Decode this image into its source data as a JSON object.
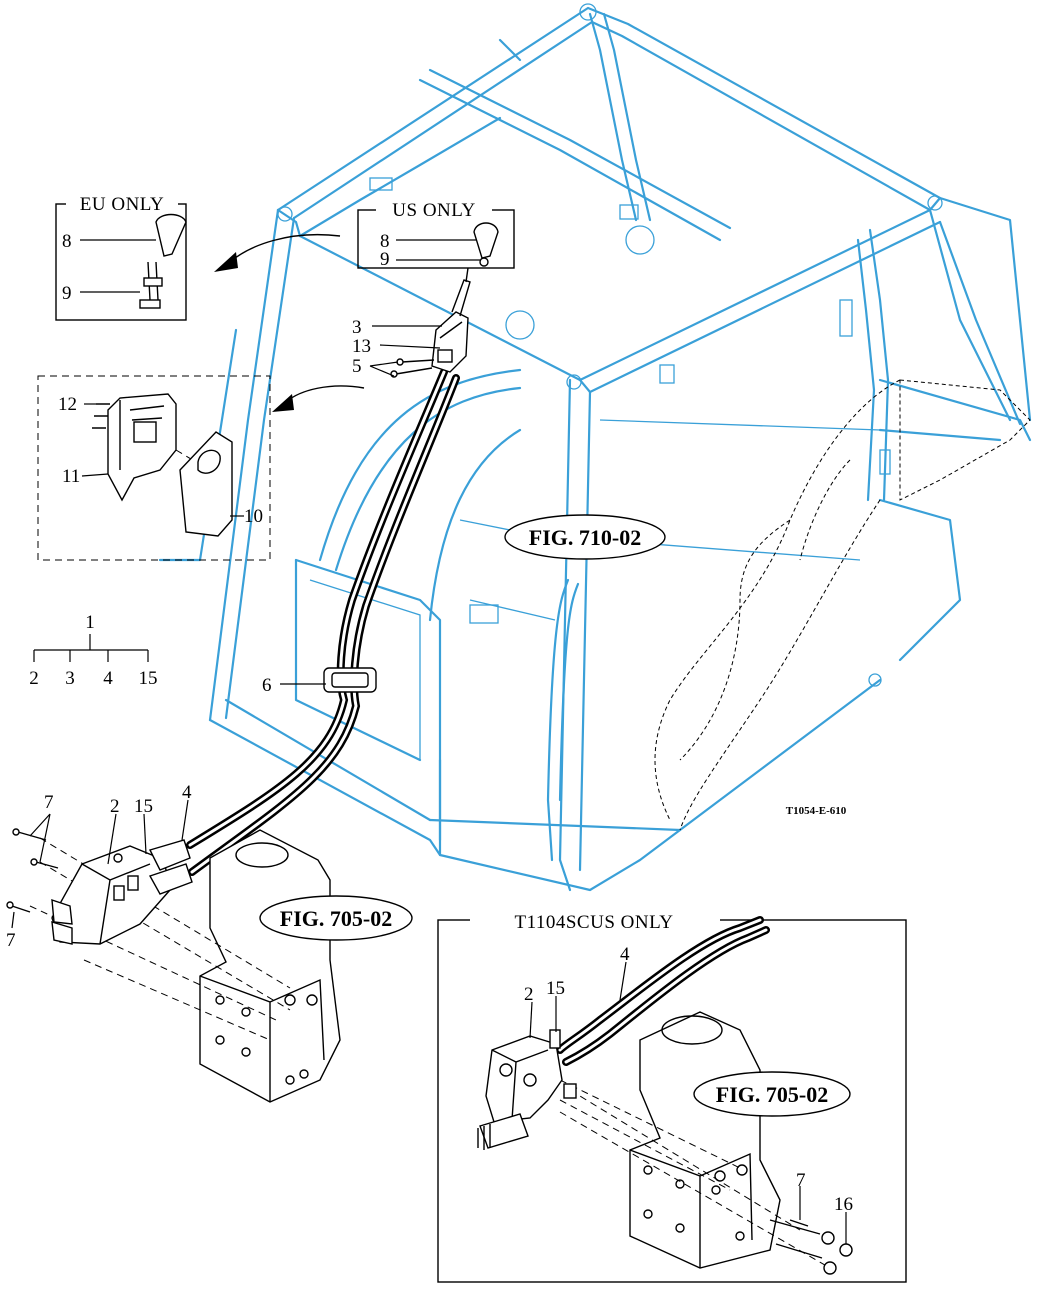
{
  "title_code": "T1054-E-610",
  "boxes": {
    "eu_only": "EU ONLY",
    "us_only": "US ONLY",
    "t1104": "T1104SCUS ONLY"
  },
  "fig_refs": {
    "fig_710": "FIG. 710-02",
    "fig_705_left": "FIG. 705-02",
    "fig_705_right": "FIG. 705-02"
  },
  "callouts": {
    "eu_8": "8",
    "eu_9": "9",
    "us_8": "8",
    "us_9": "9",
    "c3": "3",
    "c13": "13",
    "c5": "5",
    "c12": "12",
    "c11": "11",
    "c10": "10",
    "c6": "6",
    "tree_1": "1",
    "tree_2": "2",
    "tree_3": "3",
    "tree_4": "4",
    "tree_15": "15",
    "l_7a": "7",
    "l_2": "2",
    "l_15": "15",
    "l_4": "4",
    "l_7b": "7",
    "r_4": "4",
    "r_2": "2",
    "r_15": "15",
    "r_7": "7",
    "r_16": "16"
  }
}
